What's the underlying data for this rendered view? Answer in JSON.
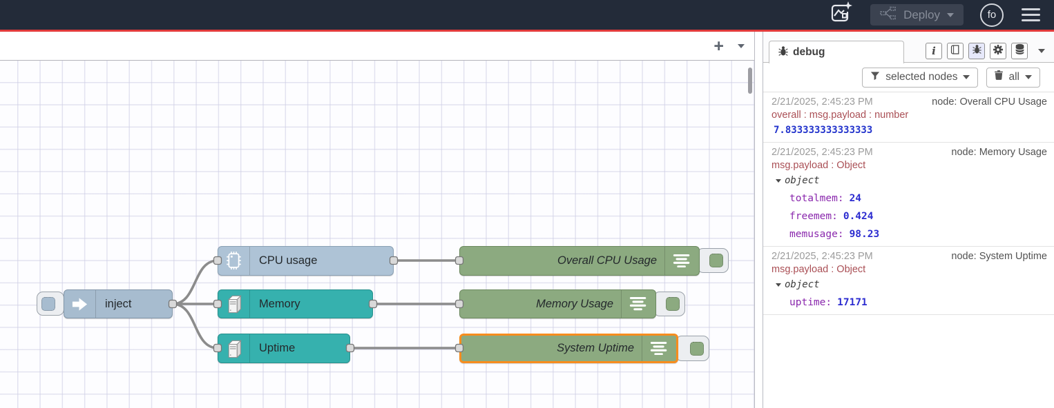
{
  "header": {
    "deploy": {
      "label": "Deploy"
    },
    "avatar": {
      "initials": "fo"
    }
  },
  "canvas": {
    "tabbar": {
      "add_flow_label": "+"
    }
  },
  "flow": {
    "inject": {
      "label": "inject"
    },
    "cpu": {
      "label": "CPU usage"
    },
    "memory": {
      "label": "Memory"
    },
    "uptime": {
      "label": "Uptime"
    },
    "debug_cpu": {
      "label": "Overall CPU Usage"
    },
    "debug_memory": {
      "label": "Memory Usage"
    },
    "debug_uptime": {
      "label": "System Uptime"
    }
  },
  "sidebar": {
    "tab_label": "debug",
    "icons": {
      "info": "i"
    },
    "toolbar": {
      "filter_label": "selected nodes",
      "clear_label": "all"
    },
    "messages": [
      {
        "timestamp": "2/21/2025, 2:45:23 PM",
        "node": "node: Overall CPU Usage",
        "meta": "overall : msg.payload : number",
        "value": "7.833333333333333"
      },
      {
        "timestamp": "2/21/2025, 2:45:23 PM",
        "node": "node: Memory Usage",
        "meta": "msg.payload : Object",
        "object_label": "object",
        "entries": [
          {
            "key": "totalmem",
            "value": "24"
          },
          {
            "key": "freemem",
            "value": "0.424"
          },
          {
            "key": "memusage",
            "value": "98.23"
          }
        ]
      },
      {
        "timestamp": "2/21/2025, 2:45:23 PM",
        "node": "node: System Uptime",
        "meta": "msg.payload : Object",
        "object_label": "object",
        "entries": [
          {
            "key": "uptime",
            "value": "17171"
          }
        ]
      }
    ]
  },
  "colors": {
    "header_bg": "#232b39",
    "alert_line": "#e23b3b",
    "inject_node": "#a7bccf",
    "cpu_node": "#aec3d6",
    "os_node": "#36b1ae",
    "debug_node": "#8caa80",
    "selected_border": "#f78d1e",
    "wire": "#8c8c8c",
    "debug_value_blue": "#2d2dd0",
    "debug_key_purple": "#8a28ad",
    "debug_meta_red": "#aa4f55"
  }
}
